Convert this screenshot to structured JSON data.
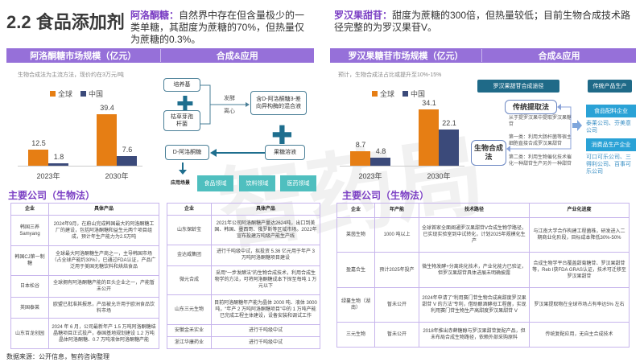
{
  "title": "2.2 食品添加剂",
  "allulose": {
    "label": "阿洛酮糖：",
    "desc": "自然界中存在但含量极少的一类单糖，其甜度为蔗糖的70%，但热量仅为蔗糖的0.3%。",
    "header": [
      "阿洛酮糖市场规模（亿元）",
      "合成&应用"
    ],
    "subtitle": "生物合成法为主流方法，现价约在3万元/吨"
  },
  "mogroside": {
    "label": "罗汉果甜苷：",
    "desc": "甜度为蔗糖的300倍，但热量较低；目前生物合成技术路径完整的为罗汉果苷V。",
    "header": [
      "罗汉果糖苷市场规模（亿元）",
      "合成&应用"
    ],
    "subtitle": "预计，生物合成法占比或提升至10%-15%"
  },
  "colors": {
    "global": "#e67e14",
    "china": "#3b4a7a",
    "purple": "#9670d9",
    "teal": "#4fbfbf"
  },
  "chart_data": [
    {
      "type": "bar",
      "categories": [
        "2023年",
        "2030年"
      ],
      "series": [
        {
          "name": "全球",
          "values": [
            12.5,
            39.4
          ]
        },
        {
          "name": "中国",
          "values": [
            1.8,
            7.6
          ]
        }
      ],
      "legend": "top"
    },
    {
      "type": "bar",
      "categories": [
        "2023年",
        "2030年"
      ],
      "series": [
        {
          "name": "全球",
          "values": [
            8.7,
            34.1
          ]
        },
        {
          "name": "中国",
          "values": [
            4.8,
            22.1
          ]
        }
      ],
      "legend": "top"
    }
  ],
  "flow1": {
    "medium": "培养基",
    "bacteria": "枯草芽孢杆菌",
    "ferment": "发酵",
    "centrifuge": "离心",
    "mixture": "含D-阿洛酮糖3-差向异构酶的混合液",
    "fructose": "果糖溶液",
    "product": "D-阿洛酮糖",
    "scene": "应用场景",
    "fields": [
      "食品领域",
      "饮料领域",
      "医药领域"
    ]
  },
  "flow2": {
    "route": "罗汉果甜苷合成途径",
    "traditional_prod": "传统产品生产",
    "extract": "传统提取法",
    "extract_desc": "从于提罗汉果中提取罗汉果糖苷",
    "bio": "生物合成法",
    "type1": "第一类：利用大肠杆菌等宿主细胞直接合成罗汉果甜苷",
    "type2": "第二类：利用生物催化技术催化一种甜苷生产另外一种甜苷",
    "food": "食品配料企业",
    "food_cos": "泰莱公司、芬美意公司",
    "consumer": "消费品生产企业",
    "consumer_cos": "可口可乐公司、三得利公司、百事可乐公司"
  },
  "section_title": "主要公司（生物法）",
  "table1": {
    "headers": [
      "企业",
      "具体产品"
    ],
    "rows": [
      [
        "韩国三养Samyang",
        "2024年9月，在蔚山完成韩国最大的阿洛酮糖工厂的建设，包括阿洛酮糖和益生元两个项目组成，预计年生产能力为2.5万吨"
      ],
      [
        "韩国CJ第一制糖",
        "全球最大阿洛酮糖生产商之一，主导韩国市场（占全球产能约30%），已通过FDA认证，产品广泛用于美国无糖饮料和烘焙食品"
      ],
      [
        "日本松谷",
        "全球拥有阿洛酮糖产能的巨头企业之一，产能暂未公开"
      ],
      [
        "英国泰莱",
        "欧盟已批准其报思，产品被允许用于欧洲食品饮料市场"
      ],
      [
        "山东百龙创园",
        "2024 年 6 月，公司最新年产 1.5 万吨阿洛酮糖结晶糖项目正式投产，泰国基地规划建设 1.2 万吨晶体阿洛酮糖、0.7 万吨液体阿洛酮糖产能"
      ]
    ]
  },
  "table2": {
    "headers": [
      "企业",
      "具体产品"
    ],
    "rows": [
      [
        "山东保龄宝",
        "2021年公司阿洛酮糖产量达2624吨，出口到美国、韩国、墨西哥、俄罗斯等区域市场。2022年宣布投建万吨级产能生产线"
      ],
      [
        "金达威集团",
        "进行千吨级中试，拟投资 5.36 亿元用于年产 3 万吨阿洛酮糖项目建设"
      ],
      [
        "微元合成",
        "采用“一步发酵法”的生物合成技术，利用合成生物学的方法，可将阿洛酮糖成本下探至每吨 1 万元以下"
      ],
      [
        "山东三元生物",
        "目前阿洛酮糖年产能为晶体 2000 吨、液体 3000 吨，“年产 2 万吨阿洛酮糖项目”中的 1 万吨产能已完成工程主体建设，设备安装和调试工作"
      ],
      [
        "安徽金禾实业",
        "进行千吨级中试"
      ],
      [
        "浙江华康药业",
        "进行千吨级中试"
      ]
    ]
  },
  "table3": {
    "headers": [
      "企业",
      "年产能",
      "技术路径",
      "产业化进度"
    ],
    "rows": [
      [
        "莱茵生物",
        "1000 吨以上",
        "全球首家全面阐通罗汉果甜苷V合成生物学路径，已实现实验室到中试转化，计划2025年规模化生产",
        "与江南大学合作构建工程菌株，研发进入二期商业化阶段，目标成本降低30%-50%"
      ],
      [
        "盈嘉合生",
        "预计2025年投产",
        "微生物发酵+分离纯化技术，产业化能力已验证，但罗汉果甜苷具体进展未明确披露",
        "合成生物学平台覆盖甜菊糖苷、罗汉果甜苷等，Reb I获FDA GRAS认证，技术可迁移至罗汉果甜苷"
      ],
      [
        "绿蔓生物（湖南）",
        "暂未公开",
        "2024年申请了“利用赛门苷生物合成高甜度罗汉果甜苷 V 的方法”专利，借助酿酒酵母工程菌，实现利用赛门苷生物生产高甜度罗汉果甜苷 V",
        "罗汉果提取物在全球市场占有率达5% 左右"
      ],
      [
        "三元生物",
        "暂未公开",
        "2018年推出赤藓糖醇与罗汉果甜苷复配产品，但未布局合成生物路径，依赖外部采购原料",
        "传统复配应用，无自主合成技术"
      ]
    ]
  },
  "source": "数据来源：公开信息，智药咨询整理",
  "watermark": "智药局"
}
